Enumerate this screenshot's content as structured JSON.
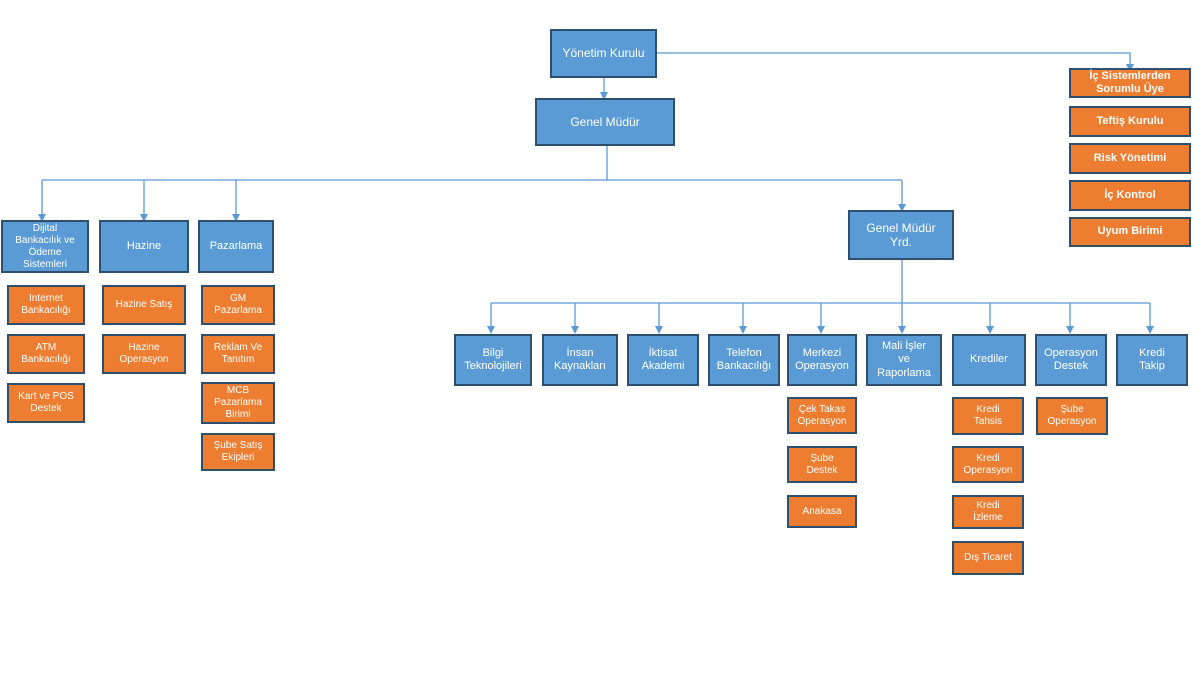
{
  "nodes": {
    "board": "Yönetim Kurulu",
    "gm": "Genel Müdür",
    "gmy": "Genel Müdür\nYrd.",
    "dijital": "Dijital\nBankacılık ve\nÖdeme\nSistemleri",
    "hazine": "Hazine",
    "pazarlama": "Pazarlama",
    "internet": "Internet\nBankacılığı",
    "atm": "ATM\nBankacılığı",
    "kart_pos": "Kart ve POS\nDestek",
    "hazine_satis": "Hazine Satış",
    "hazine_operasyon": "Hazine\nOperasyon",
    "gm_pazarlama": "GM\nPazarlama",
    "reklam": "Reklam Ve\nTanıtım",
    "mcb": "MCB\nPazarlama\nBirimi",
    "sube_satis": "Şube Satış\nEkipleri",
    "bilgi": "Bilgi\nTeknolojileri",
    "insan": "İnsan\nKaynakları",
    "iktisat": "İktisat\nAkademi",
    "telefon": "Telefon\nBankacılığı",
    "merkezi": "Merkezi\nOperasyon",
    "mali": "Mali İşler\nve\nRaporlama",
    "krediler": "Krediler",
    "operasyon_destek": "Operasyon\nDestek",
    "kredi_takip": "Kredi\nTakip",
    "cek_takas": "Çek Takas\nOperasyon",
    "sube_destek": "Şube\nDestek",
    "anakasa": "Anakasa",
    "kredi_tahsis": "Kredi\nTahsis",
    "kredi_operasyon": "Kredi\nOperasyon",
    "kredi_izleme": "Kredi\nİzleme",
    "dis_ticaret": "Dış Ticaret",
    "sube_operasyon": "Şube\nOperasyon",
    "ic_sistemler": "İç Sistemlerden\nSorumlu Üye",
    "teftis": "Teftiş Kurulu",
    "risk": "Risk Yönetimi",
    "ic_kontrol": "İç Kontrol",
    "uyum": "Uyum Birimi"
  },
  "colors": {
    "blue": "#5b9bd5",
    "orange": "#ed7d31",
    "border": "#2e4f6e",
    "connector": "#5b9bd5"
  }
}
